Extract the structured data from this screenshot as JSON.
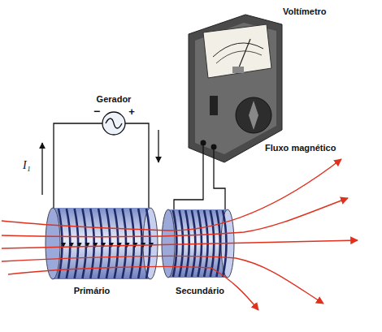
{
  "diagram": {
    "labels": [
      "Voltímetro",
      "Gerador",
      "−",
      "+",
      "I₁",
      "Fluxo magnético",
      "Primário",
      "Secundário"
    ]
  }
}
